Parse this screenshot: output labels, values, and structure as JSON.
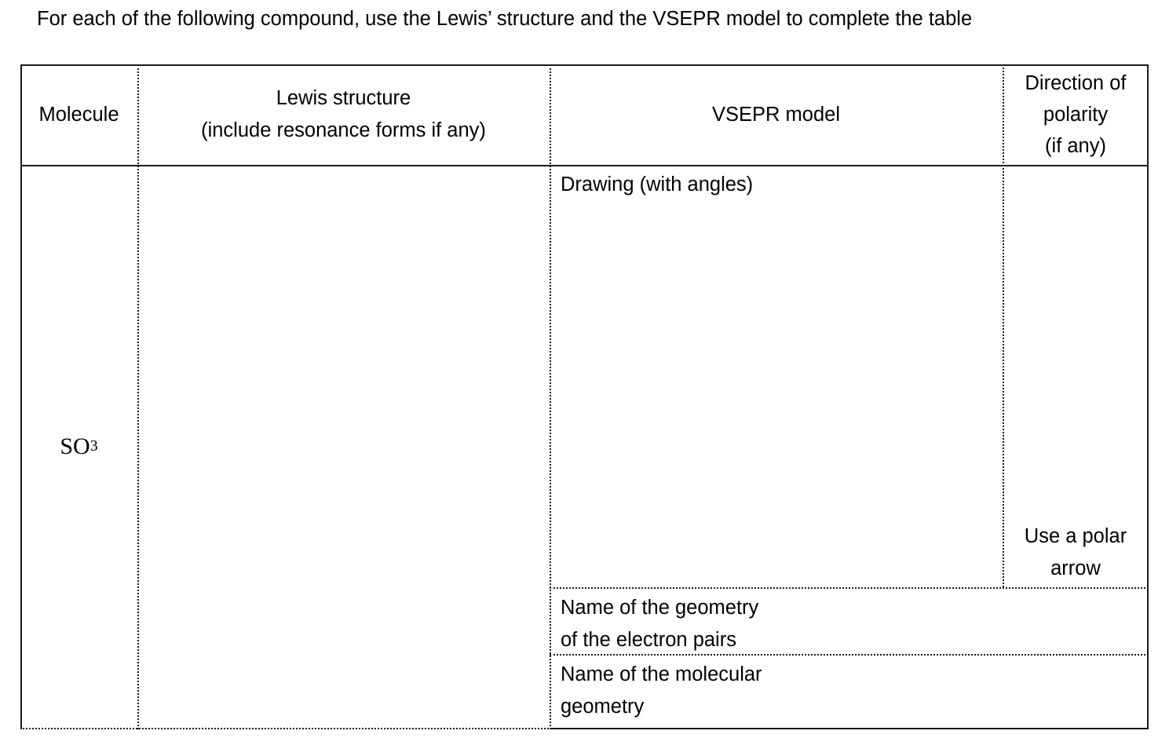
{
  "page": {
    "instruction": "For each of the following compound, use the Lewis’ structure and the VSEPR model to complete the table"
  },
  "table": {
    "headers": {
      "molecule": "Molecule",
      "lewis_line1": "Lewis structure",
      "lewis_line2": "(include resonance forms if any)",
      "vsepr": "VSEPR model",
      "polarity_line1": "Direction of",
      "polarity_line2": "polarity",
      "polarity_line3": "(if any)"
    },
    "rows": [
      {
        "molecule_formula": "SO",
        "molecule_subscript": "3",
        "lewis_structure_answer": "",
        "vsepr_drawing_prompt": "Drawing (with angles)",
        "vsepr_drawing_answer": "",
        "polarity_prompt_line1": "Use a polar",
        "polarity_prompt_line2": "arrow",
        "polarity_answer": "",
        "geometry_pairs_line1": "Name of the geometry",
        "geometry_pairs_line2": "of the electron pairs",
        "geometry_pairs_answer": "",
        "geometry_molecular_line1": "Name of the molecular",
        "geometry_molecular_line2": "geometry",
        "geometry_molecular_answer": ""
      }
    ]
  }
}
